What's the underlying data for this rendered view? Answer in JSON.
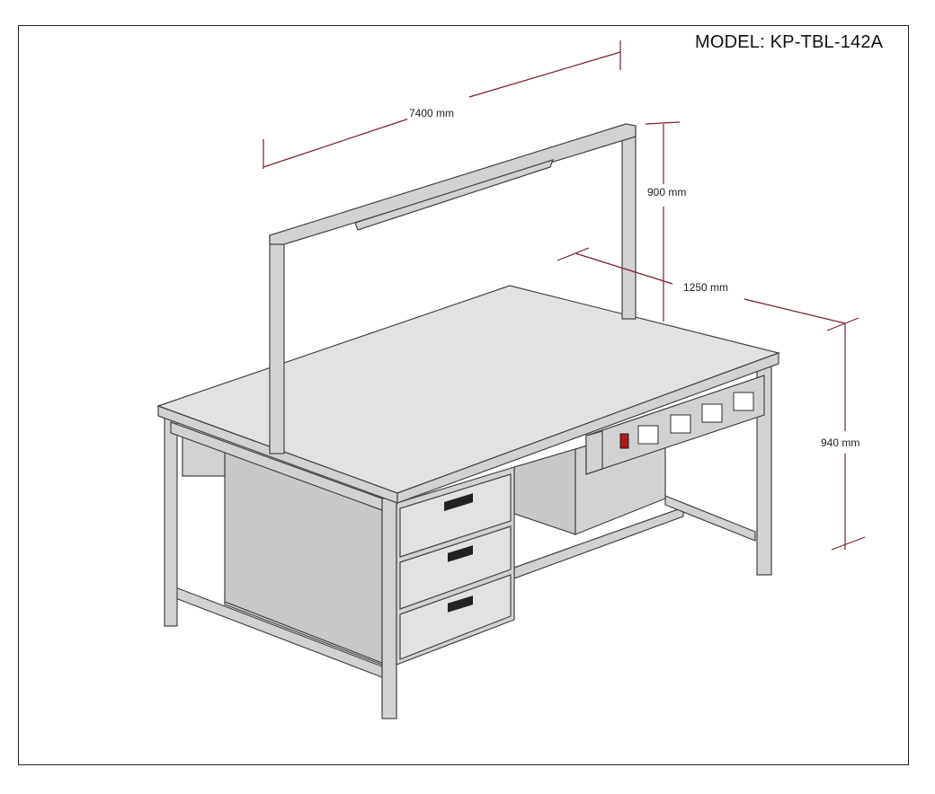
{
  "model_label": "MODEL: KP-TBL-142A",
  "dimensions": {
    "length": "7400  mm",
    "frame_height": "900 mm",
    "depth": "1250 mm",
    "table_height": "940 mm"
  },
  "colors": {
    "dimension_line": "#7a1f2b",
    "switch": "#b01818",
    "metal": "#d2d2d2"
  }
}
